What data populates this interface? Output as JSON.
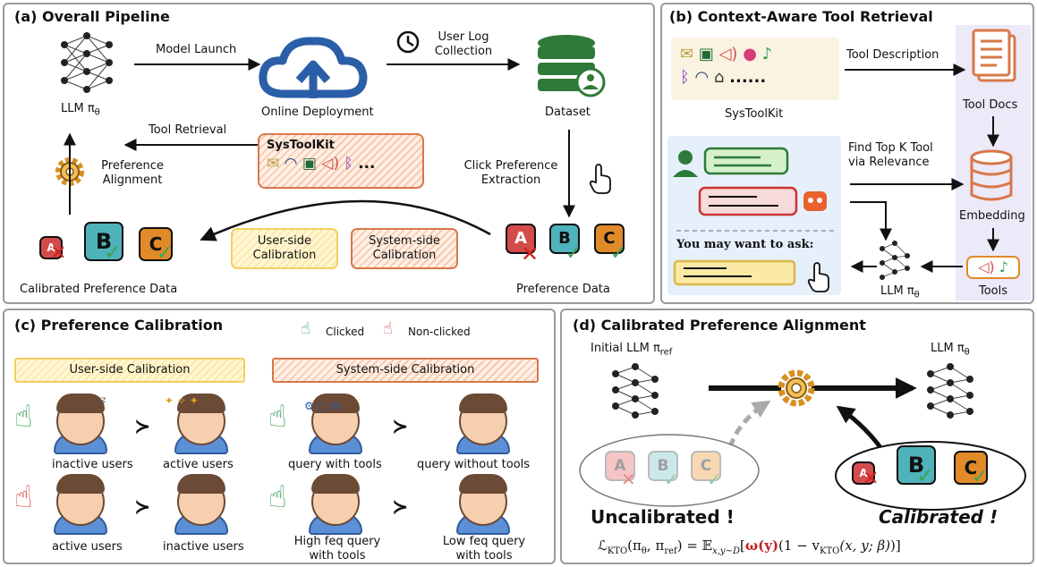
{
  "panel_a": {
    "title": "(a) Overall Pipeline",
    "llm_label": "LLM π",
    "llm_sub": "θ",
    "model_launch": "Model Launch",
    "online_deployment": "Online Deployment",
    "user_log": "User Log",
    "collection": "Collection",
    "dataset": "Dataset",
    "tool_retrieval": "Tool Retrieval",
    "systoolkit": "SysToolKit",
    "ellipsis": "...",
    "preference": "Preference",
    "alignment": "Alignment",
    "click_pref": "Click Preference",
    "extraction": "Extraction",
    "user_side_1": "User-side",
    "user_side_2": "Calibration",
    "system_side_1": "System-side",
    "system_side_2": "Calibration",
    "calibrated_pref_data": "Calibrated Preference Data",
    "preference_data": "Preference Data",
    "letters": [
      "A",
      "B",
      "C"
    ]
  },
  "panel_b": {
    "title": "(b) Context-Aware Tool Retrieval",
    "systoolkit": "SysToolKit",
    "dots": "......",
    "tool_description": "Tool Description",
    "tool_docs": "Tool Docs",
    "find_top_1": "Find Top K Tool",
    "find_top_2": "via Relevance",
    "embedding": "Embedding",
    "you_may": "You may want to ask:",
    "llm_label": "LLM π",
    "llm_sub": "θ",
    "tools": "Tools"
  },
  "panel_c": {
    "title": "(c) Preference Calibration",
    "clicked": "Clicked",
    "non_clicked": "Non-clicked",
    "user_side": "User-side Calibration",
    "system_side": "System-side Calibration",
    "gt": "≻",
    "inactive_users": "inactive users",
    "active_users": "active users",
    "query_with_tools": "query with tools",
    "query_without_tools": "query without tools",
    "high_feq_1": "High feq query",
    "high_feq_2": "with tools",
    "low_feq_1": "Low feq query",
    "low_feq_2": "with tools"
  },
  "panel_d": {
    "title": "(d) Calibrated Preference Alignment",
    "initial_llm": "Initial LLM π",
    "initial_sub": "ref",
    "llm_label": "LLM π",
    "llm_sub": "θ",
    "uncalibrated": "Uncalibrated !",
    "calibrated": "Calibrated !",
    "formula_left": "ℒ",
    "formula_kto": "KTO",
    "formula_args": "(π",
    "formula_theta": "θ",
    "formula_comma": ", π",
    "formula_ref": "ref",
    "formula_eq": ") = 𝔼",
    "formula_sub": "x,y~D",
    "formula_open": "[",
    "formula_omega": "ω(y)",
    "formula_rest": "(1 − v",
    "formula_kto2": "KTO",
    "formula_end": "(x, y; β)",
    "formula_close": ")]"
  },
  "colors": {
    "green": "#3aa35a",
    "red": "#d44b4b",
    "teal": "#3f9ea6",
    "orange": "#e08a2a",
    "blue": "#2b5ea8",
    "dark_green": "#1f6b34",
    "formula_red": "#c21f1f"
  }
}
